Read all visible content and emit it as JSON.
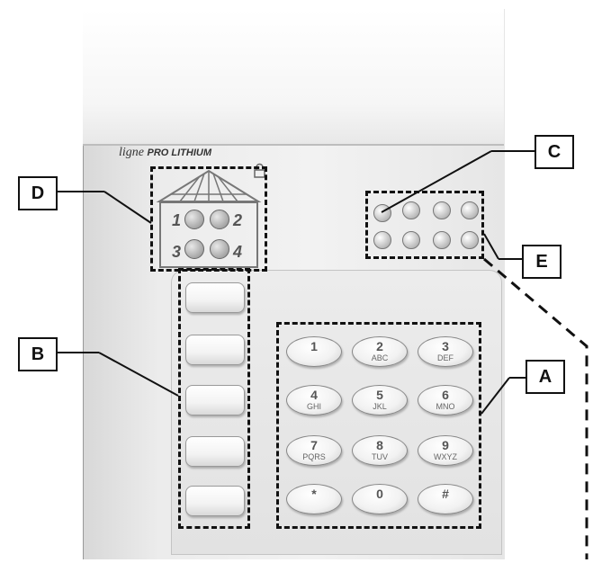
{
  "brand": {
    "prefix": "ligne",
    "name": "PRO LITHIUM"
  },
  "callouts": {
    "a": "A",
    "b": "B",
    "c": "C",
    "d": "D",
    "e": "E"
  },
  "zones": [
    "1",
    "2",
    "3",
    "4"
  ],
  "keypad": [
    {
      "digit": "1",
      "letters": ""
    },
    {
      "digit": "2",
      "letters": "ABC"
    },
    {
      "digit": "3",
      "letters": "DEF"
    },
    {
      "digit": "4",
      "letters": "GHI"
    },
    {
      "digit": "5",
      "letters": "JKL"
    },
    {
      "digit": "6",
      "letters": "MNO"
    },
    {
      "digit": "7",
      "letters": "PQRS"
    },
    {
      "digit": "8",
      "letters": "TUV"
    },
    {
      "digit": "9",
      "letters": "WXYZ"
    },
    {
      "digit": "*",
      "letters": ""
    },
    {
      "digit": "0",
      "letters": ""
    },
    {
      "digit": "#",
      "letters": ""
    }
  ]
}
